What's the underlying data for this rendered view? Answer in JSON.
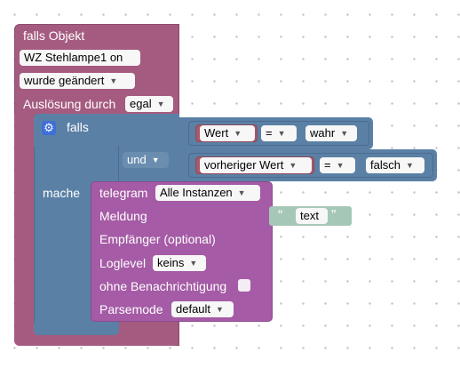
{
  "trigger": {
    "title": "falls Objekt",
    "object": "WZ Stehlampe1 on",
    "event": "wurde geändert",
    "cause_label": "Auslösung durch",
    "cause_value": "egal"
  },
  "if_block": {
    "label": "falls",
    "do_label": "mache",
    "and_label": "und"
  },
  "condition1": {
    "left": "Wert",
    "op": "=",
    "right": "wahr"
  },
  "condition2": {
    "left": "vorheriger Wert",
    "op": "=",
    "right": "falsch"
  },
  "telegram": {
    "label": "telegram",
    "instance": "Alle Instanzen",
    "message_label": "Meldung",
    "message_text": "text",
    "recipient_label": "Empfänger (optional)",
    "loglevel_label": "Loglevel",
    "loglevel_value": "keins",
    "silent_label": "ohne Benachrichtigung",
    "parsemode_label": "Parsemode",
    "parsemode_value": "default"
  },
  "icons": {
    "gear": "gear-icon",
    "dropdown": "dropdown-arrow-icon",
    "quote": "quote-icon"
  },
  "colors": {
    "trigger": "#a55b80",
    "logic": "#5b80a5",
    "telegram": "#a55ba5",
    "value": "#a5596a",
    "text": "#a5c7b8"
  }
}
